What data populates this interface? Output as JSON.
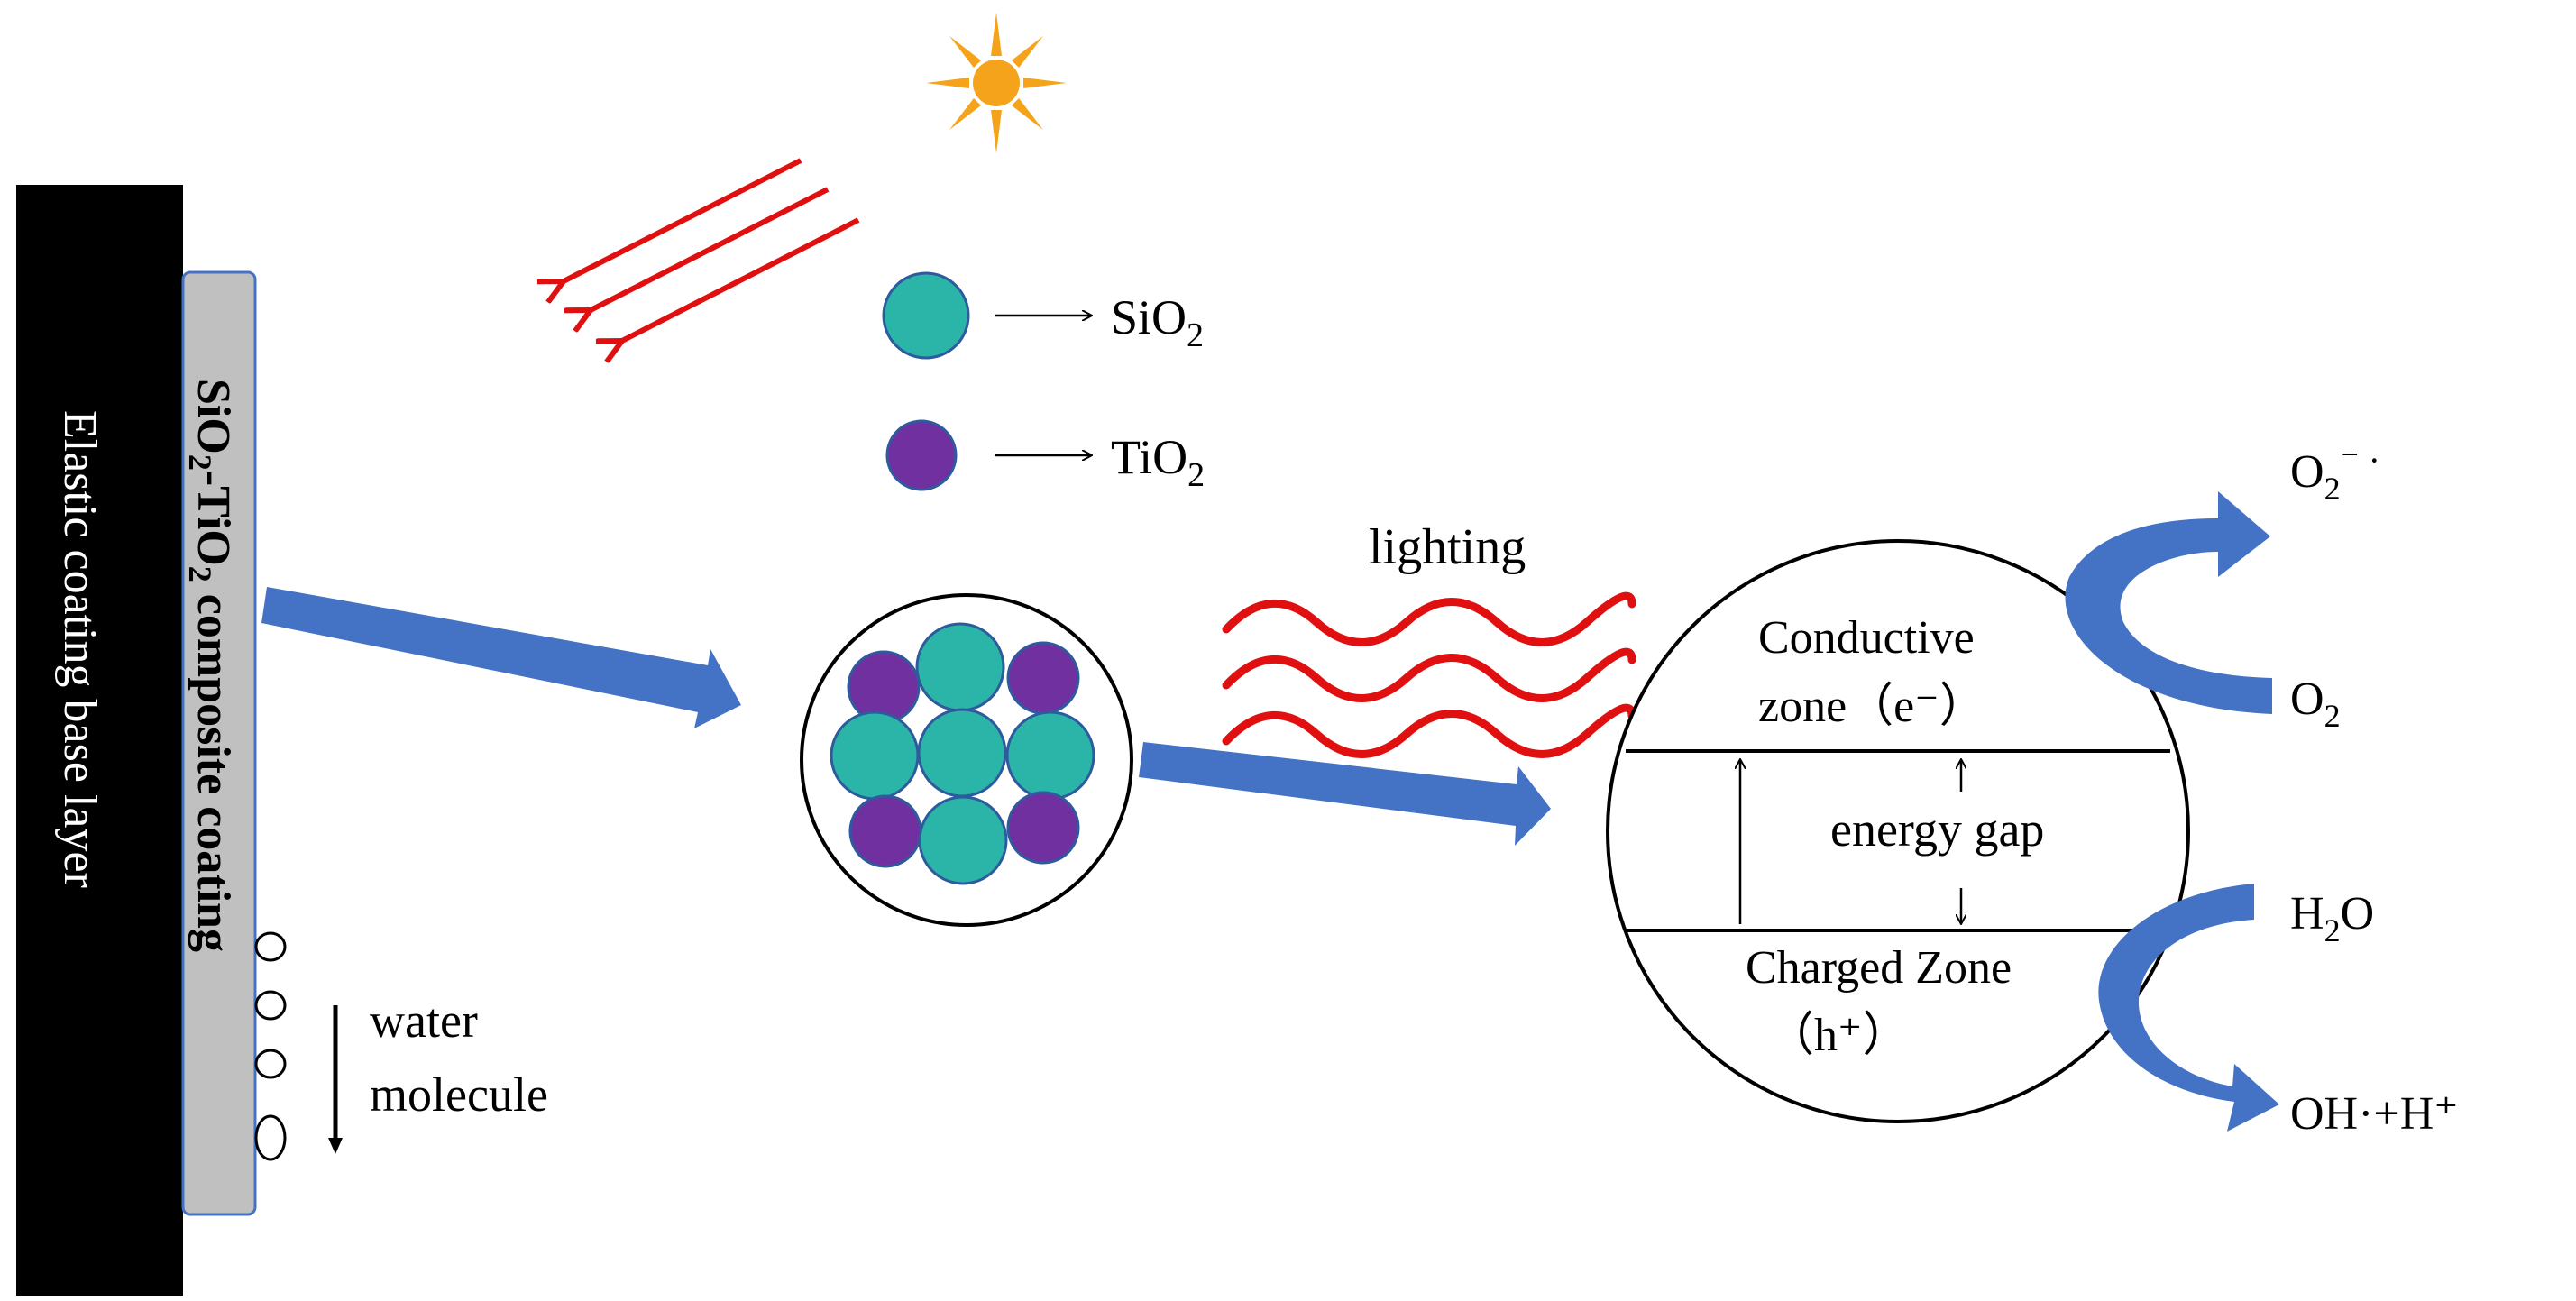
{
  "labels": {
    "base_layer": "Elastic coating base layer",
    "composite_coating": {
      "prefix": "SiO",
      "sub1": "2",
      "mid": "-TiO",
      "sub2": "2",
      "suffix": " composite coating"
    },
    "water_line1": "water",
    "water_line2": "molecule",
    "legend_sio2": {
      "base": "SiO",
      "sub": "2"
    },
    "legend_tio2": {
      "base": "TiO",
      "sub": "2"
    },
    "lighting": "lighting",
    "conductive_line1": "Conductive",
    "conductive_line2": "zone（e⁻）",
    "energy_gap": "energy gap",
    "charged_line1": "Charged Zone",
    "charged_line2": "（h⁺）",
    "o2_minus": {
      "base": "O",
      "sub": "2",
      "sup": "⁻ ·"
    },
    "o2": {
      "base": "O",
      "sub": "2"
    },
    "h2o": {
      "base1": "H",
      "sub": "2",
      "base2": "O"
    },
    "oh_h": "OH·+H⁺"
  },
  "colors": {
    "sio2_particle": "#2bb5a8",
    "tio2_particle": "#7030a0",
    "sun": "#f5a31a",
    "light_rays": "#e01010",
    "wave": "#e01010",
    "arrow_blue": "#4472c4",
    "curved_arrow": "#4472c4",
    "base_layer": "#000000",
    "coating": "#c0c0c0"
  },
  "icons": {
    "sun": "sun-icon",
    "light_rays": "light-ray-arrows",
    "wave": "wave-icon"
  }
}
